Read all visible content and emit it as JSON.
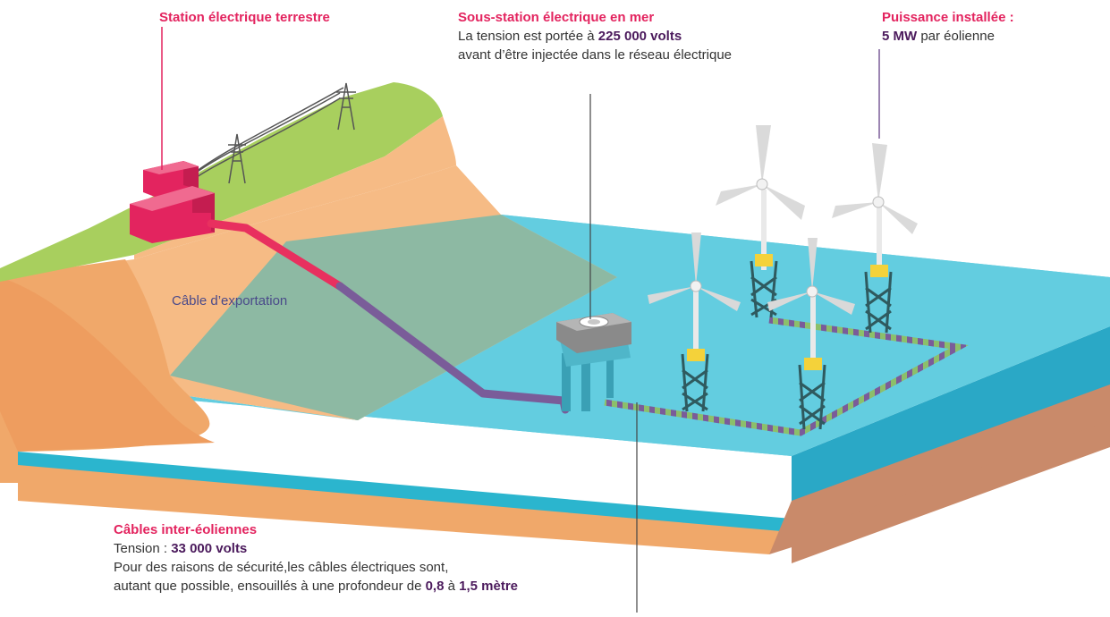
{
  "colors": {
    "accent_title": "#e3245f",
    "cable_purple": "#7a5c99",
    "cable_red": "#e8305f",
    "cable_green": "#8cbf6a",
    "bold_text": "#4b1a5c",
    "grass": "#a8cf5e",
    "soil_light": "#f6bb85",
    "soil_dark": "#f0a86a",
    "sea_top": "#63cde0",
    "sea_front": "#28b2cc",
    "seabed": "#c98a6a",
    "building": "#e3245f",
    "turbine_legs": "#2f5a5f"
  },
  "labels": {
    "station": {
      "title": "Station électrique terrestre"
    },
    "substation": {
      "title": "Sous-station électrique en mer",
      "line1_pre": "La tension est portée à ",
      "line1_bold": "225 000 volts",
      "line2": "avant d’être injectée dans le réseau électrique"
    },
    "power": {
      "title": "Puissance installée :",
      "value_bold": "5 MW",
      "value_rest": " par éolienne"
    },
    "export_cable": "Câble d’exportation",
    "inter_cables": {
      "title": "Câbles inter-éoliennes",
      "line1_pre": "Tension : ",
      "line1_bold": "33 000 volts",
      "line2": "Pour des raisons de sécurité,les câbles électriques sont,",
      "line3_pre": "autant que possible, ensouillés à une profondeur de ",
      "line3_bold1": "0,8",
      "line3_mid": " à ",
      "line3_bold2": "1,5 mètre"
    }
  },
  "icons": [
    "power-pylon-icon",
    "wind-turbine-icon",
    "substation-icon",
    "land-station-icon"
  ]
}
